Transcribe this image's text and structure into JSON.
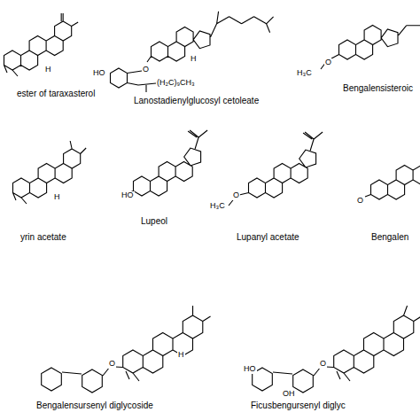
{
  "diagram": {
    "labels": [
      "ester of taraxasterol",
      "Lanostadienylglucosyl cetoleate",
      "Bengalensisteroic",
      "yrin acetate",
      "Lupeol",
      "Lupanyl acetate",
      "Bengalen",
      "Bengalensursenyl diglycoside",
      "Ficusbengursenyl diglyc",
      "O",
      "HO",
      "(H₂C)₉CH₃",
      "H₃C",
      "O",
      "HO",
      "H₃C",
      "O",
      "O",
      "O",
      "O",
      "HO",
      "OH",
      "H",
      "H",
      "H",
      "H"
    ]
  }
}
